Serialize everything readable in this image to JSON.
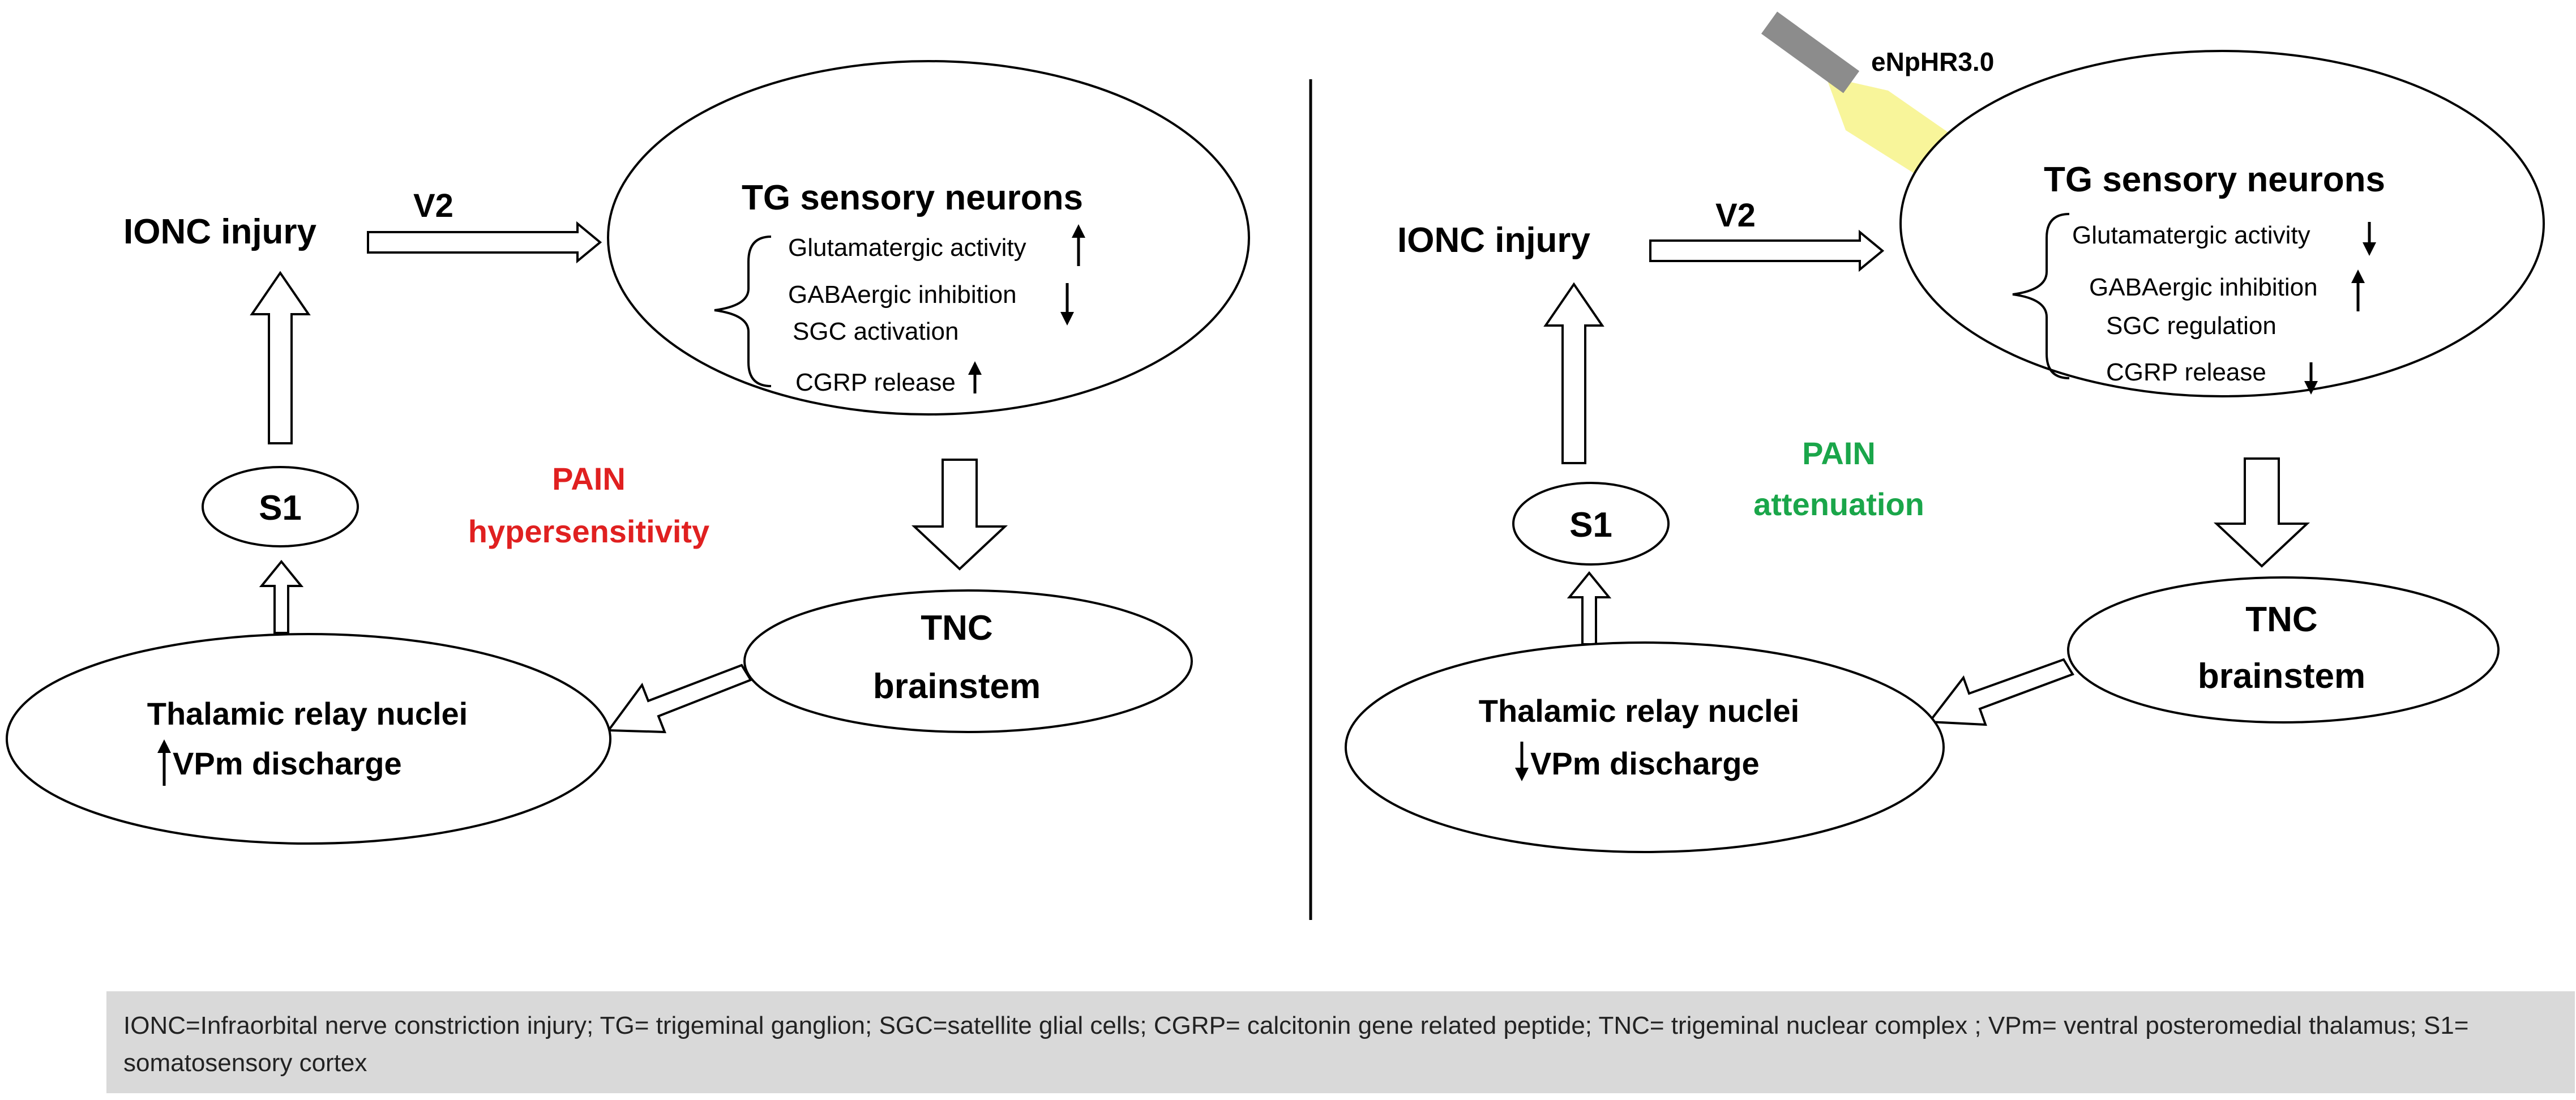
{
  "left_panel": {
    "ionc_injury": "IONC injury",
    "v2_label": "V2",
    "tg_title": "TG sensory  neurons",
    "tg_items": [
      "Glutamatergic activity",
      "GABAergic inhibition",
      "SGC activation",
      "CGRP release"
    ],
    "tg_item_directions": [
      "up",
      "down",
      "none",
      "up"
    ],
    "s1": "S1",
    "pain_line1": "PAIN",
    "pain_line2": "hypersensitivity",
    "pain_color": "#e02020",
    "tnc_line1": "TNC",
    "tnc_line2": "brainstem",
    "thalamic_line1": "Thalamic relay nuclei",
    "thalamic_line2": "VPm discharge",
    "thalamic_direction": "up"
  },
  "right_panel": {
    "light_label": "eNpHR3.0",
    "ionc_injury": "IONC injury",
    "v2_label": "V2",
    "tg_title": "TG sensory  neurons",
    "tg_items": [
      "Glutamatergic activity",
      "GABAergic inhibition",
      "SGC regulation",
      "CGRP release"
    ],
    "tg_item_directions": [
      "down",
      "up",
      "none",
      "down"
    ],
    "s1": "S1",
    "pain_line1": "PAIN",
    "pain_line2": "attenuation",
    "pain_color": "#1aa64a",
    "tnc_line1": "TNC",
    "tnc_line2": "brainstem",
    "thalamic_line1": "Thalamic relay nuclei",
    "thalamic_line2": "VPm discharge",
    "thalamic_direction": "down"
  },
  "caption": "IONC=Infraorbital nerve constriction injury; TG= trigeminal ganglion; SGC=satellite glial cells; CGRP= calcitonin gene related peptide; TNC= trigeminal nuclear complex ; VPm= ventral posteromedial thalamus; S1= somatosensory cortex"
}
